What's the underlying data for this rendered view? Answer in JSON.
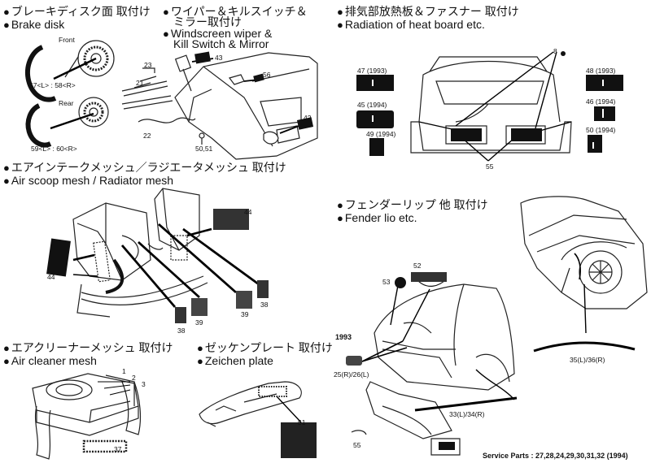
{
  "sections": {
    "brake": {
      "jp": "ブレーキディスク面 取付け",
      "en": "Brake disk",
      "front": "Front",
      "rear": "Rear",
      "front_parts": "57<L> : 58<R>",
      "rear_parts": "59<L> : 60<R>"
    },
    "wiper": {
      "jp1": "ワイパー＆キルスイッチ＆",
      "jp2": "ミラー取付け",
      "en1": "Windscreen wiper &",
      "en2": "Kill Switch & Mirror",
      "parts": [
        "23",
        "21",
        "22",
        "43",
        "56",
        "42",
        "50,51"
      ]
    },
    "exhaust": {
      "jp": "排気部放熱板＆ファスナー 取付け",
      "en": "Radiation of heat board etc.",
      "parts": [
        "47 (1993)",
        "45 (1994)",
        "49 (1994)",
        "48 (1993)",
        "46 (1994)",
        "50 (1994)",
        "8",
        "55"
      ]
    },
    "airscoop": {
      "jp": "エアインテークメッシュ／ラジエータメッシュ 取付け",
      "en": "Air scoop mesh / Radiator mesh",
      "parts": [
        "44",
        "44",
        "38",
        "39",
        "38",
        "39"
      ]
    },
    "fender": {
      "jp": "フェンダーリップ 他 取付け",
      "en": "Fender lio etc.",
      "year": "1993",
      "parts": [
        "52",
        "53",
        "25(R)/26(L)",
        "33(L)/34(R)",
        "55",
        "35(L)/36(R)"
      ]
    },
    "aircleaner": {
      "jp": "エアクリーナーメッシュ 取付け",
      "en": "Air cleaner mesh",
      "parts": [
        "1",
        "2",
        "3",
        "37"
      ]
    },
    "zeichen": {
      "jp": "ゼッケンプレート 取付け",
      "en": "Zeichen plate",
      "parts": [
        "51"
      ]
    }
  },
  "service_parts": "Service Parts : 27,28,24,29,30,31,32 (1994)"
}
